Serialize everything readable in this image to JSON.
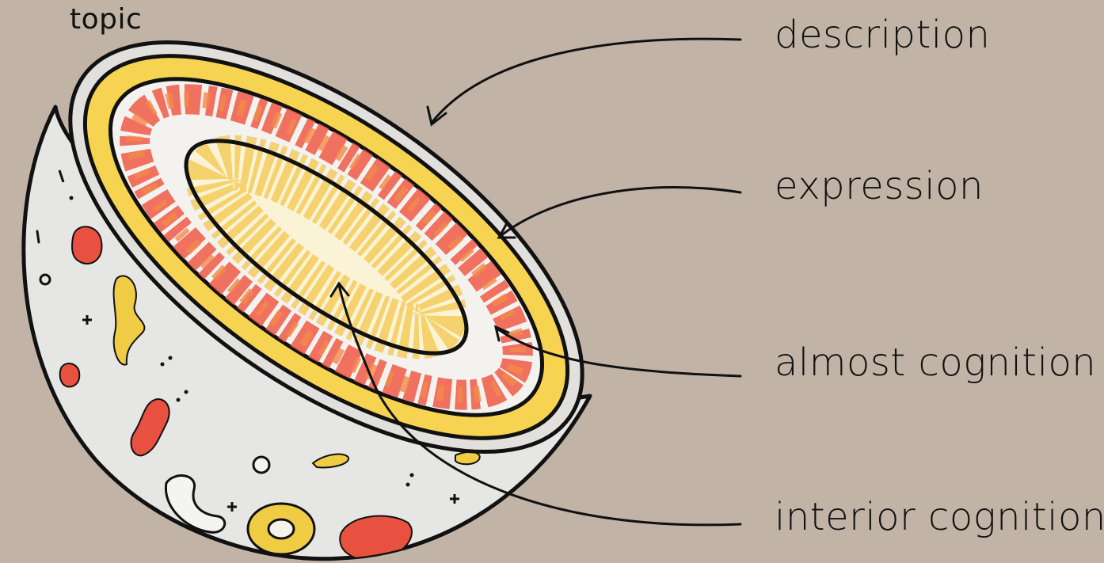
{
  "diagram": {
    "top_label": "topic",
    "labels": {
      "description": "description",
      "expression": "expression",
      "almost_cognition": "almost cognition",
      "interior_cognition": "interior cognition"
    },
    "colors": {
      "background": "#c1b4a7",
      "shell": "#e7e7e5",
      "yellow_ring": "#f7d555",
      "red_speckle": "#ee5a47",
      "yellow_speckle": "#f3c341",
      "outline": "#111111"
    }
  }
}
